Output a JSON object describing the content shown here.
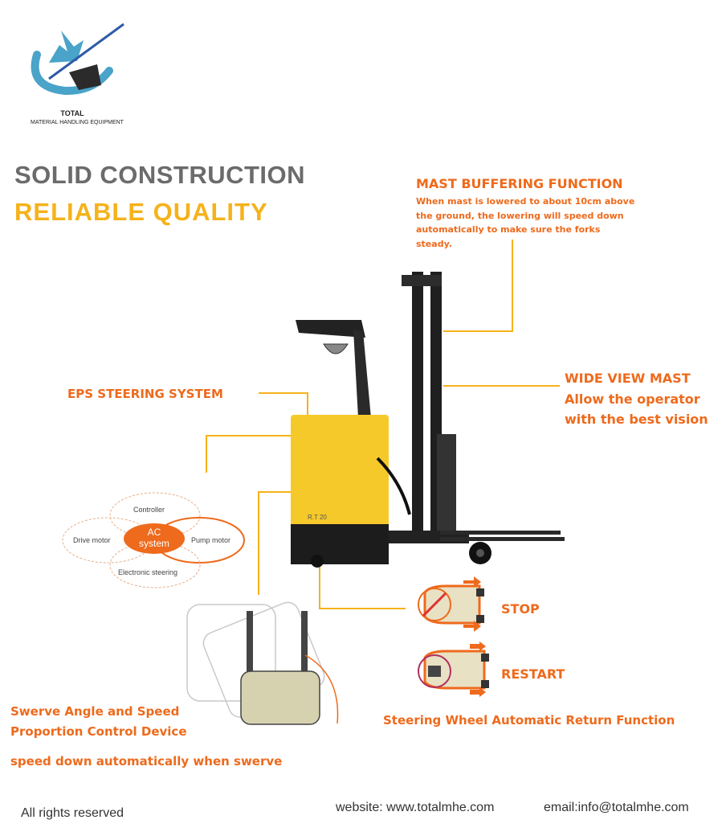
{
  "logo": {
    "line1": "TOTAL",
    "line2": "MATERIAL HANDLING EQUIPMENT"
  },
  "headline": {
    "line1": "SOLID CONSTRUCTION",
    "line2": "RELIABLE QUALITY"
  },
  "mast_buffering": {
    "title": "MAST BUFFERING FUNCTION",
    "body": [
      "When mast is lowered to about 10cm above",
      "the ground, the lowering will speed down",
      "automatically to make sure the forks",
      "steady."
    ]
  },
  "wide_view": {
    "title": "WIDE VIEW MAST",
    "body": [
      "Allow the operator",
      "with the best vision"
    ]
  },
  "eps": {
    "title": "EPS STEERING SYSTEM"
  },
  "ac_diagram": {
    "center_line1": "AC",
    "center_line2": "system",
    "controller": "Controller",
    "drive_motor": "Drive motor",
    "pump_motor": "Pump motor",
    "electronic_steering": "Electronic steering"
  },
  "truck_label": "R.T 20",
  "steering": {
    "stop": "STOP",
    "restart": "RESTART",
    "caption": "Steering Wheel Automatic Return Function"
  },
  "swerve": {
    "line1": "Swerve Angle and Speed",
    "line2": "Proportion Control Device",
    "line3": "speed down automatically when swerve"
  },
  "footer": {
    "rights": "All rights reserved",
    "website": "website: www.totalmhe.com",
    "email": "email:info@totalmhe.com"
  },
  "colors": {
    "accent_orange": "#ee6a1c",
    "yellow": "#f5b21a",
    "gray_heading": "#6b6b6b",
    "logo_blue": "#4aa3c8"
  }
}
